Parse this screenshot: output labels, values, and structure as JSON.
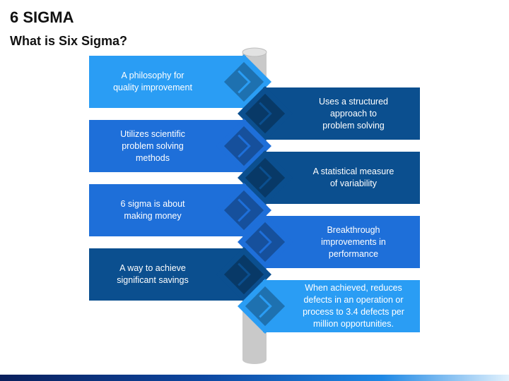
{
  "header": {
    "title": "6 SIGMA",
    "subtitle": "What is Six Sigma?"
  },
  "colors": {
    "light_blue": "#2a9df4",
    "mid_blue": "#1e6fd9",
    "dark_blue": "#0b4f8f",
    "pole": "#c9c9c9"
  },
  "items": [
    {
      "text": "A philosophy for\nquality improvement",
      "side": "left",
      "color": "light_blue"
    },
    {
      "text": "Uses a structured\napproach to\nproblem solving",
      "side": "right",
      "color": "dark_blue"
    },
    {
      "text": "Utilizes scientific\nproblem solving\nmethods",
      "side": "left",
      "color": "mid_blue"
    },
    {
      "text": "A statistical measure\nof variability",
      "side": "right",
      "color": "dark_blue"
    },
    {
      "text": "6 sigma is about\nmaking money",
      "side": "left",
      "color": "mid_blue"
    },
    {
      "text": "Breakthrough\nimprovements in\nperformance",
      "side": "right",
      "color": "mid_blue"
    },
    {
      "text": "A way to achieve\nsignificant savings",
      "side": "left",
      "color": "dark_blue"
    },
    {
      "text": "When achieved, reduces\ndefects in an operation or\nprocess to 3.4 defects per\nmillion opportunities.",
      "side": "right",
      "color": "light_blue"
    }
  ]
}
